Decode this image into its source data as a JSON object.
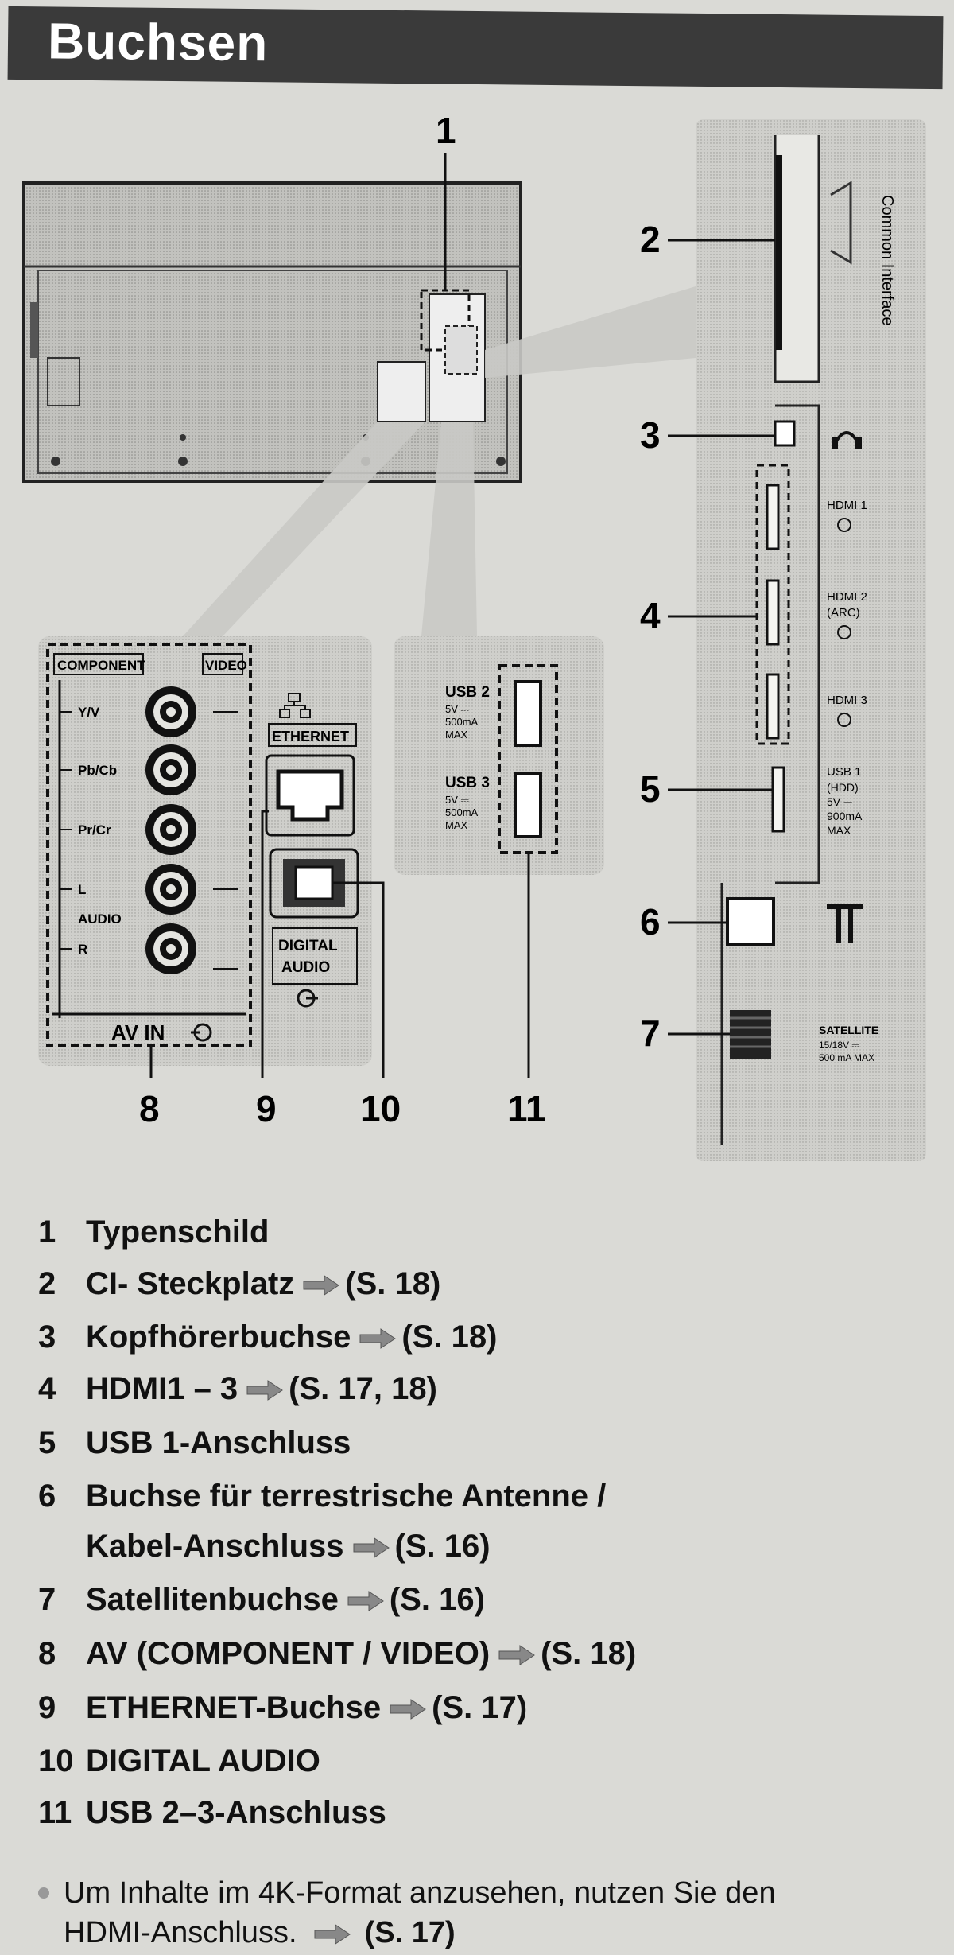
{
  "header": {
    "title": "Buchsen"
  },
  "callouts": [
    "1",
    "2",
    "3",
    "4",
    "5",
    "6",
    "7",
    "8",
    "9",
    "10",
    "11"
  ],
  "panel_labels": {
    "common_interface": "Common Interface",
    "hdmi1": "HDMI 1",
    "hdmi2": "HDMI 2",
    "hdmi2_sub": "(ARC)",
    "hdmi3": "HDMI 3",
    "usb1": "USB 1",
    "usb1_sub": "(HDD)",
    "usb1_power": "5V ⎓",
    "usb1_current": "900mA",
    "usb1_max": "MAX",
    "satellite": "SATELLITE",
    "satellite_power": "15/18V ⎓",
    "satellite_current": "500 mA MAX",
    "component": "COMPONENT",
    "video": "VIDEO",
    "yv": "Y/V",
    "pbcb": "Pb/Cb",
    "prcr": "Pr/Cr",
    "l": "L",
    "audio": "AUDIO",
    "r": "R",
    "av_in": "AV IN",
    "ethernet": "ETHERNET",
    "digital": "DIGITAL",
    "audio_out": "AUDIO",
    "usb2": "USB 2",
    "usb2_power": "5V ⎓",
    "usb2_current": "500mA",
    "usb2_max": "MAX",
    "usb3": "USB 3",
    "usb3_power": "5V ⎓",
    "usb3_current": "500mA",
    "usb3_max": "MAX"
  },
  "legend": [
    {
      "num": "1",
      "text": "Typenschild",
      "ref": ""
    },
    {
      "num": "2",
      "text": "CI- Steckplatz",
      "ref": "(S. 18)"
    },
    {
      "num": "3",
      "text": "Kopfhörerbuchse",
      "ref": "(S. 18)"
    },
    {
      "num": "4",
      "text": "HDMI1 – 3",
      "ref": "(S. 17, 18)"
    },
    {
      "num": "5",
      "text": "USB 1-Anschluss",
      "ref": ""
    },
    {
      "num": "6",
      "text": "Buchse für terrestrische Antenne /",
      "ref": ""
    },
    {
      "num": "",
      "text": "Kabel-Anschluss",
      "ref": "(S. 16)"
    },
    {
      "num": "7",
      "text": "Satellitenbuchse",
      "ref": "(S. 16)"
    },
    {
      "num": "8",
      "text": "AV (COMPONENT / VIDEO)",
      "ref": "(S. 18)"
    },
    {
      "num": "9",
      "text": "ETHERNET-Buchse",
      "ref": "(S. 17)"
    },
    {
      "num": "10",
      "text": "DIGITAL AUDIO",
      "ref": ""
    },
    {
      "num": "11",
      "text": "USB 2–3-Anschluss",
      "ref": ""
    }
  ],
  "note": {
    "line1": "Um Inhalte im 4K-Format anzusehen, nutzen Sie den",
    "line2": "HDMI-Anschluss.",
    "ref": "(S. 17)"
  }
}
